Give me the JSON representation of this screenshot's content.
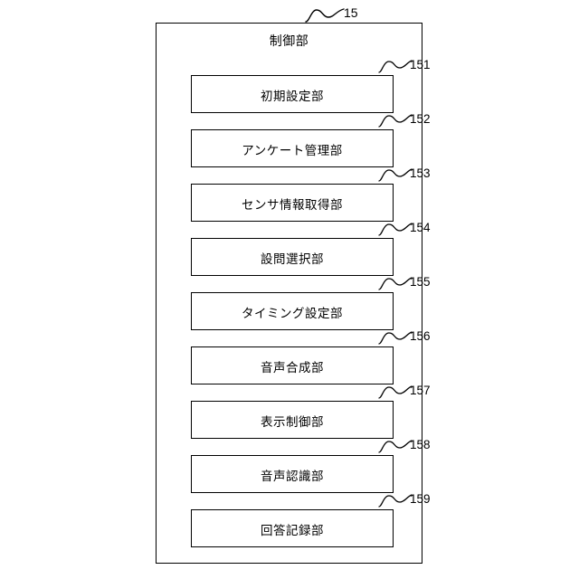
{
  "figure": {
    "top_reference": {
      "number": "15",
      "icon": "squiggle-leader-icon"
    },
    "frame": {
      "title": "制御部",
      "reference": "15"
    },
    "blocks": [
      {
        "reference": "151",
        "label": "初期設定部"
      },
      {
        "reference": "152",
        "label": "アンケート管理部"
      },
      {
        "reference": "153",
        "label": "センサ情報取得部"
      },
      {
        "reference": "154",
        "label": "設問選択部"
      },
      {
        "reference": "155",
        "label": "タイミング設定部"
      },
      {
        "reference": "156",
        "label": "音声合成部"
      },
      {
        "reference": "157",
        "label": "表示制御部"
      },
      {
        "reference": "158",
        "label": "音声認識部"
      },
      {
        "reference": "159",
        "label": "回答記録部"
      }
    ],
    "colors": {
      "background": "#ffffff",
      "line": "#000000",
      "text": "#000000"
    }
  }
}
